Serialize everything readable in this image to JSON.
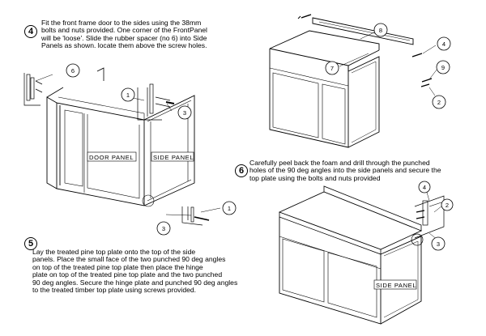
{
  "step4": {
    "number": "4",
    "lines": [
      "Fit the front frame door to the sides using the 38mm",
      "bolts and nuts provided. One corner of the FrontPanel",
      "will be 'loose'. Slide the rubber spacer (no 6) into Side",
      "Panels as shown. locate them above the screw holes."
    ],
    "panel_labels": {
      "door": "DOOR PANEL",
      "side": "SIDE PANEL"
    },
    "callouts": {
      "c6": "6",
      "c1a": "1",
      "c3a": "3",
      "c1b": "1",
      "c3b": "3"
    }
  },
  "step5": {
    "number": "5",
    "lines": [
      "Lay the treated pine top plate onto the top of the side",
      "panels. Place the small face of the two punched 90 deg angles",
      "on top of the treated pine top plate then place the hinge",
      "plate on top of the treated pine top plate and the two punched",
      "90 deg angles. Secure the hinge plate and punched 90 deg angles",
      "to the treated timber top plate using screws provided."
    ],
    "callouts": {
      "c8": "8",
      "c4": "4",
      "c9": "9",
      "c7": "7",
      "c2": "2"
    }
  },
  "step6": {
    "number": "6",
    "lines": [
      "Carefully peel back the foam and drill through the punched",
      "holes of the 90 deg angles into the side panels and secure the",
      "top plate using the bolts and nuts provided"
    ],
    "panel_labels": {
      "side": "SIDE PANEL"
    },
    "callouts": {
      "c4": "4",
      "c2": "2",
      "c3": "3"
    }
  }
}
